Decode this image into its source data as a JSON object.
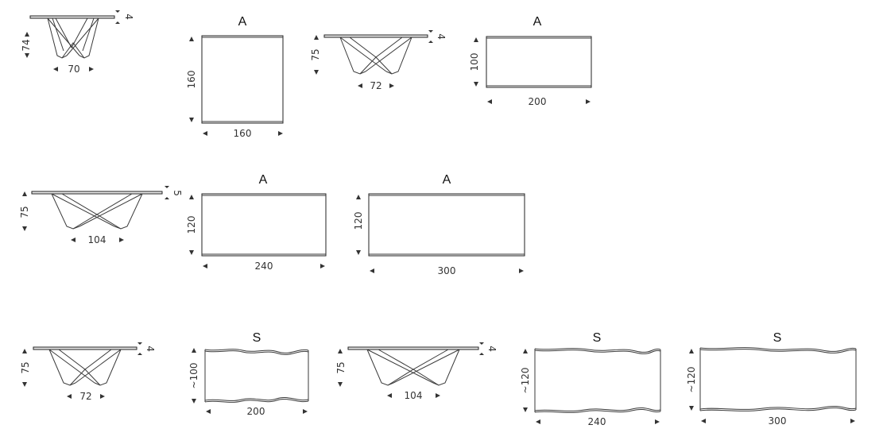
{
  "row1": {
    "side1": {
      "height": "74",
      "top": "4",
      "width": "70"
    },
    "plan1": {
      "label": "A",
      "depth": "160",
      "length": "160"
    },
    "side2": {
      "height": "75",
      "top": "4",
      "width": "72"
    },
    "plan2": {
      "label": "A",
      "depth": "100",
      "length": "200"
    }
  },
  "row2": {
    "side1": {
      "height": "75",
      "top": "5",
      "width": "104"
    },
    "plan1": {
      "label": "A",
      "depth": "120",
      "length": "240"
    },
    "plan2": {
      "label": "A",
      "depth": "120",
      "length": "300"
    }
  },
  "row3": {
    "side1": {
      "height": "75",
      "top": "4",
      "width": "72"
    },
    "plan1": {
      "label": "S",
      "depth": "~100",
      "length": "200"
    },
    "side2": {
      "height": "75",
      "top": "4",
      "width": "104"
    },
    "plan2": {
      "label": "S",
      "depth": "~120",
      "length": "240"
    },
    "plan3": {
      "label": "S",
      "depth": "~120",
      "length": "300"
    }
  }
}
